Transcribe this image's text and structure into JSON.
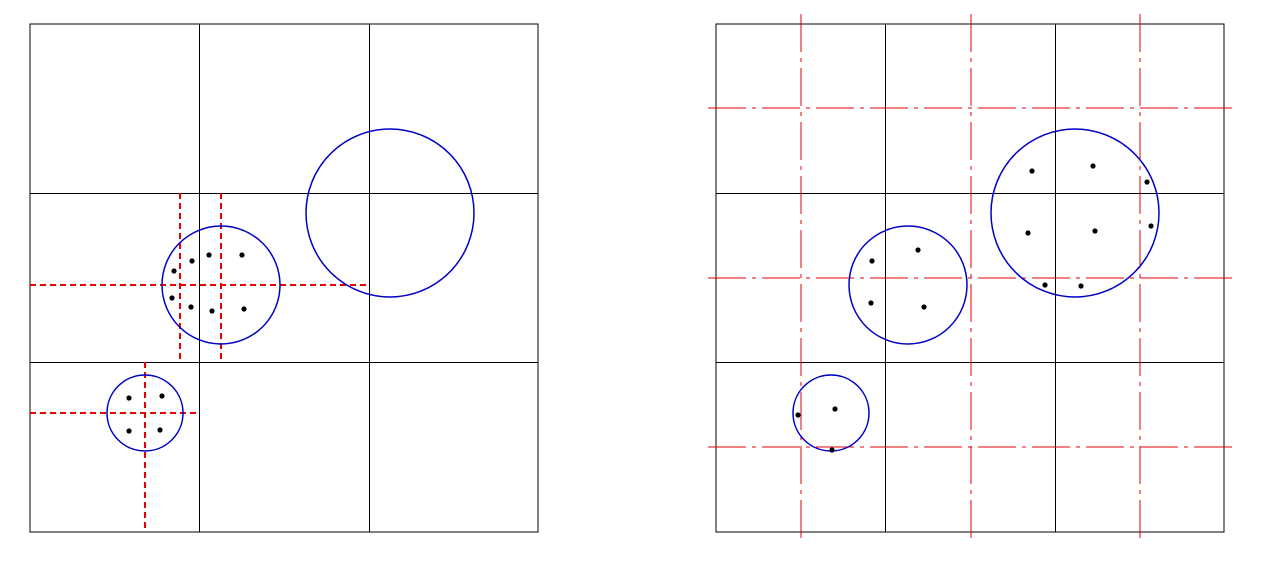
{
  "colors": {
    "grid": "#000000",
    "circle": "#0000c8",
    "partition": "#e60000",
    "point": "#000000",
    "background": "#ffffff"
  },
  "panels": [
    {
      "name": "left-panel",
      "line_style": "dashed",
      "description_visible": false
    },
    {
      "name": "right-panel",
      "line_style": "dash-dot",
      "description_visible": false
    }
  ]
}
